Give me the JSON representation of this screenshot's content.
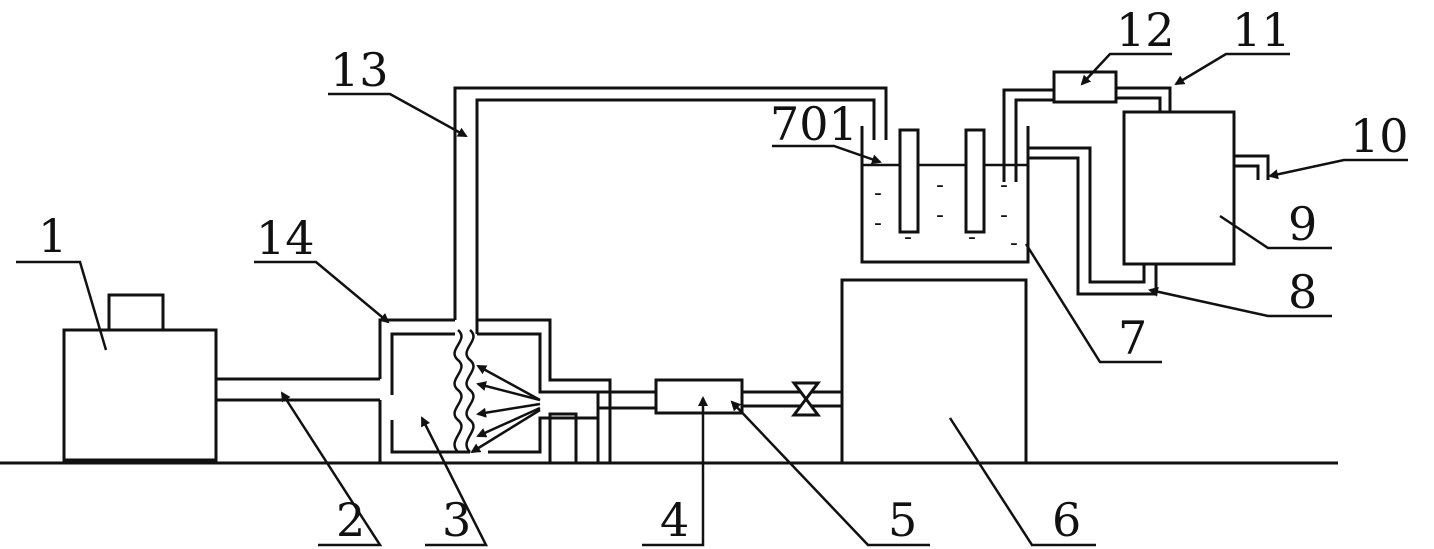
{
  "labels": {
    "n1": "1",
    "n2": "2",
    "n3": "3",
    "n4": "4",
    "n5": "5",
    "n6": "6",
    "n7": "7",
    "n8": "8",
    "n9": "9",
    "n10": "10",
    "n11": "11",
    "n12": "12",
    "n13": "13",
    "n14": "14",
    "n701": "701"
  }
}
